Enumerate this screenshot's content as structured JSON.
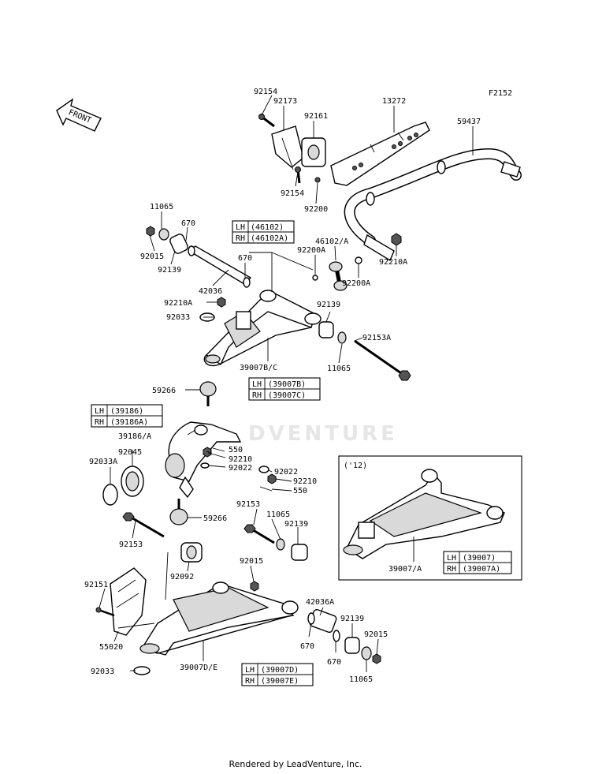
{
  "diagram_code": "F2152",
  "front_label": "FRONT",
  "footer": "Rendered by LeadVenture, Inc.",
  "watermark": "DVENTURE",
  "labels": {
    "p92154a": "92154",
    "p92173": "92173",
    "p92161": "92161",
    "p13272": "13272",
    "p59437": "59437",
    "p92154b": "92154",
    "p92200": "92200",
    "p11065a": "11065",
    "p670a": "670",
    "p92015a": "92015",
    "p92139a": "92139",
    "p670b": "670",
    "p42036": "42036",
    "p92200A_a": "92200A",
    "p46102A": "46102/A",
    "p92210A_a": "92210A",
    "p92200A_b": "92200A",
    "p92210A_b": "92210A",
    "p92139b": "92139",
    "p92033": "92033",
    "p92153A": "92153A",
    "p11065b": "11065",
    "p39007BC": "39007B/C",
    "p59266a": "59266",
    "p39186A": "39186/A",
    "p92045": "92045",
    "p92033A": "92033A",
    "p550a": "550",
    "p92210a": "92210",
    "p92022a": "92022",
    "p92022b": "92022",
    "p92210b": "92210",
    "p550b": "550",
    "p59266b": "59266",
    "p92153": "92153",
    "p92153b": "92153",
    "p11065c": "11065",
    "p92139c": "92139",
    "p92092": "92092",
    "p92015b": "92015",
    "p92151": "92151",
    "p55020": "55020",
    "p42036A": "42036A",
    "p92139d": "92139",
    "p92015c": "92015",
    "p670c": "670",
    "p670d": "670",
    "p11065d": "11065",
    "p92033b": "92033",
    "p39007DE": "39007D/E",
    "p39007A": "39007/A",
    "inset_year": "('12)"
  },
  "tables": {
    "t46102": {
      "lh_label": "LH",
      "lh_val": "(46102)",
      "rh_label": "RH",
      "rh_val": "(46102A)"
    },
    "t39007BC": {
      "lh_label": "LH",
      "lh_val": "(39007B)",
      "rh_label": "RH",
      "rh_val": "(39007C)"
    },
    "t39186": {
      "lh_label": "LH",
      "lh_val": "(39186)",
      "rh_label": "RH",
      "rh_val": "(39186A)"
    },
    "t39007DE": {
      "lh_label": "LH",
      "lh_val": "(39007D)",
      "rh_label": "RH",
      "rh_val": "(39007E)"
    },
    "t39007": {
      "lh_label": "LH",
      "lh_val": "(39007)",
      "rh_label": "RH",
      "rh_val": "(39007A)"
    }
  }
}
